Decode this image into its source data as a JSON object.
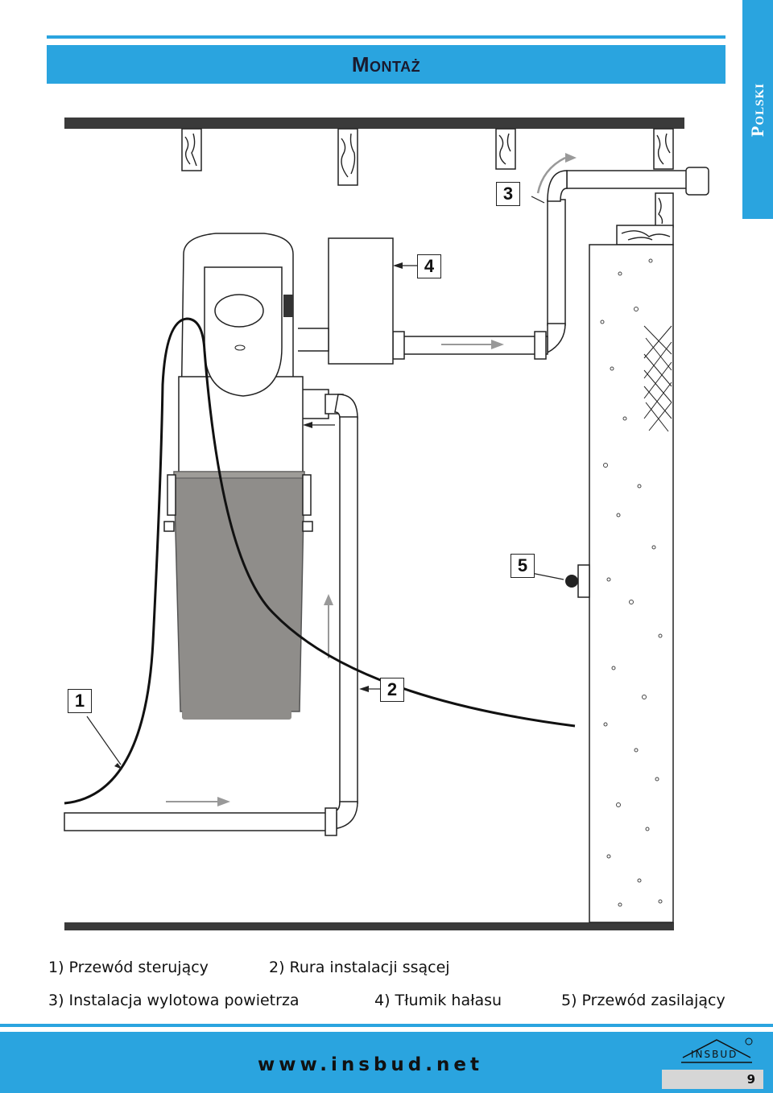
{
  "header": {
    "title": "Montaż",
    "language_tab": "Polski"
  },
  "diagram": {
    "callouts": [
      "1",
      "2",
      "3",
      "4",
      "5"
    ]
  },
  "legend": {
    "item1": "1) Przewód sterujący",
    "item2": "2) Rura instalacji ssącej",
    "item3": "3) Instalacja wylotowa powietrza",
    "item4": "4) Tłumik hałasu",
    "item5": "5) Przewód zasilający"
  },
  "footer": {
    "url": "www.insbud.net",
    "logo_text": "INSBUD",
    "page_number": "9"
  },
  "colors": {
    "accent": "#2aa4df",
    "bin": "#8f8d8a",
    "beam": "#3a3a3a"
  }
}
